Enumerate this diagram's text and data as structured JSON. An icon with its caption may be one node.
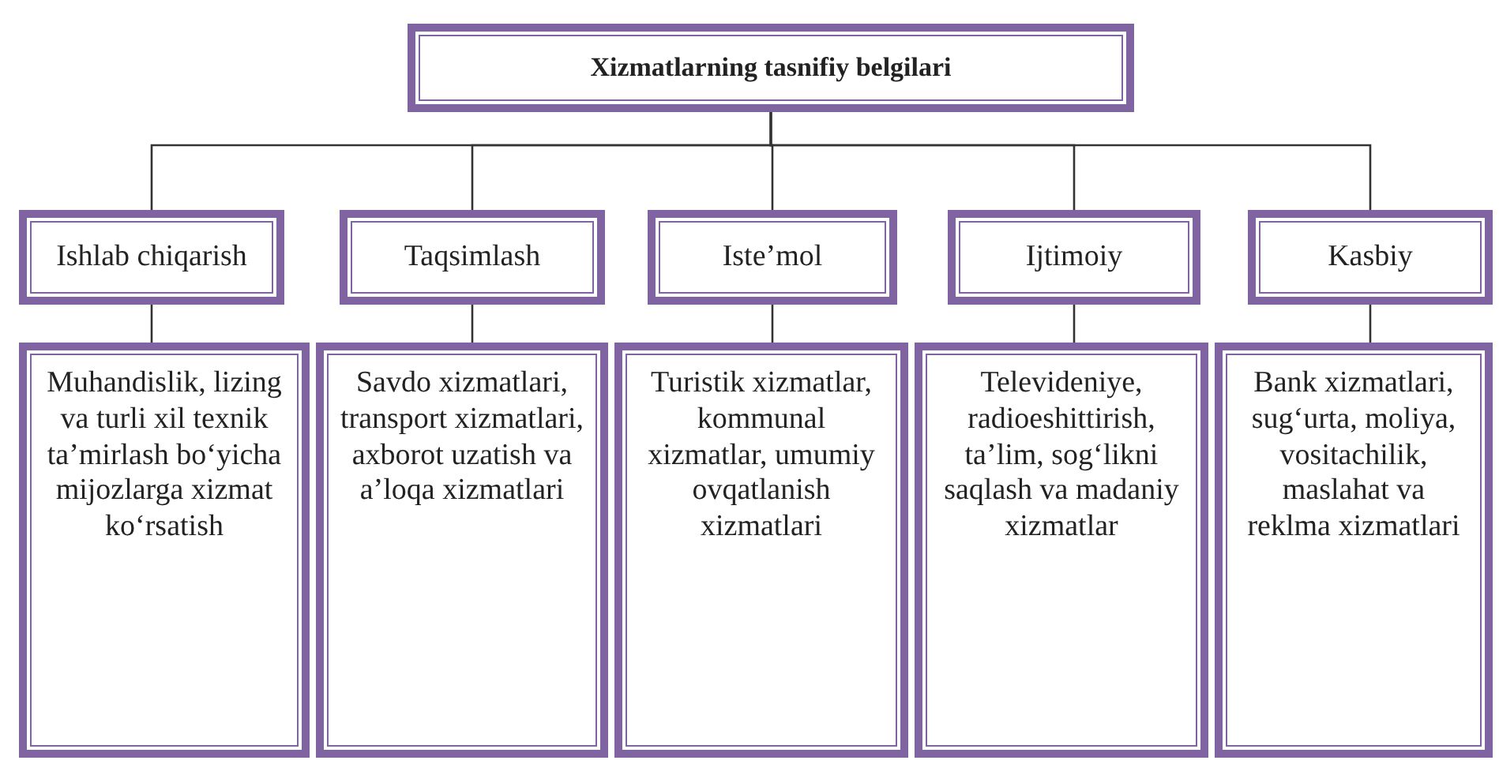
{
  "diagram": {
    "nodes": [
      {
        "text": [
          "Xizmatlarning tasnifiy belgilari"
        ]
      },
      {
        "text": [
          "Ishlab chiqarish"
        ]
      },
      {
        "text": [
          "Taqsimlash"
        ]
      },
      {
        "text": [
          "Iste’mol"
        ]
      },
      {
        "text": [
          "Ijtimoiy"
        ]
      },
      {
        "text": [
          "Kasbiy"
        ]
      },
      {
        "text": [
          "Muhandislik, lizing va turli xil texnik ta’mirlash bo‘yicha mijozlarga xizmat ko‘rsatish"
        ]
      },
      {
        "text": [
          "Savdo xizmatlari, transport xizmatlari, axborot uzatish va a’loqa xizmatlari"
        ]
      },
      {
        "text": [
          "Turistik xizmatlar, kommunal xizmatlar, umumiy ovqatlanish xizmatlari"
        ]
      },
      {
        "text": [
          "Televideniye, radioeshittirish, ta’lim, sog‘likni saqlash va madaniy xizmatlar"
        ]
      },
      {
        "text": [
          "Bank xizmatlari, sug‘urta, moliya, vositachilik, maslahat va reklma xizmatlari"
        ]
      }
    ],
    "edges": [
      {
        "from": 0,
        "to": 1,
        "arrow": "none"
      },
      {
        "from": 0,
        "to": 2,
        "arrow": "none"
      },
      {
        "from": 0,
        "to": 3,
        "arrow": "none"
      },
      {
        "from": 0,
        "to": 4,
        "arrow": "none"
      },
      {
        "from": 0,
        "to": 5,
        "arrow": "none"
      },
      {
        "from": 1,
        "to": 6,
        "arrow": "none"
      },
      {
        "from": 2,
        "to": 7,
        "arrow": "none"
      },
      {
        "from": 3,
        "to": 8,
        "arrow": "none"
      },
      {
        "from": 4,
        "to": 9,
        "arrow": "none"
      },
      {
        "from": 5,
        "to": 10,
        "arrow": "none"
      }
    ]
  }
}
